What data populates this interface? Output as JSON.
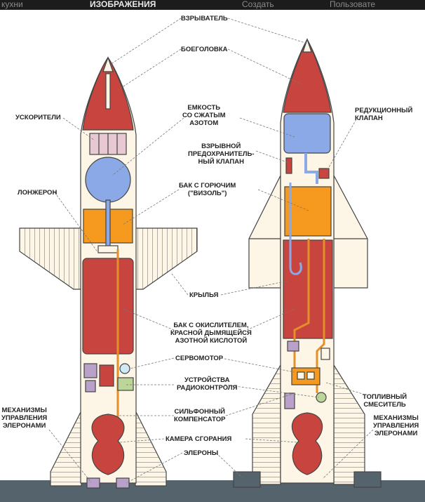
{
  "topbar": {
    "left": "кухни",
    "center": "ИЗОБРАЖЕНИЯ",
    "right1": "Создать",
    "right2": "Пользовате"
  },
  "colors": {
    "body": "#c8453f",
    "outline": "#444444",
    "fuel": "#f59a1f",
    "azot": "#8aa9e6",
    "cream": "#fdf6e6",
    "pipe": "#e58f2a",
    "base": "#55646c"
  },
  "labels": {
    "fuse": "ВЗРЫВАТЕЛЬ",
    "warhead": "БОЕГОЛОВКА",
    "boosters": "УСКОРИТЕЛИ",
    "nitrogen_tank": "ЕМКОСТЬ\nСО СЖАТЫМ\nАЗОТОМ",
    "reducer_valve": "РЕДУКЦИОННЫЙ\nКЛАПАН",
    "burst_valve": "ВЗРЫВНОЙ\nПРЕДОХРАНИТЕЛЬ-\nНЫЙ КЛАПАН",
    "spar": "ЛОНЖЕРОН",
    "fuel_tank": "БАК С ГОРЮЧИМ\n(\"ВИЗОЛЬ\")",
    "wings": "КРЫЛЬЯ",
    "oxidizer_tank": "БАК С ОКИСЛИТЕЛЕМ,\nКРАСНОЙ ДЫМЯЩЕЙСЯ\nАЗОТНОЙ КИСЛОТОЙ",
    "servo": "СЕРВОМОТОР",
    "radio": "УСТРОЙСТВА\nРАДИОКОНТРОЛЯ",
    "fuel_mixer": "ТОПЛИВНЫЙ\nСМЕСИТЕЛЬ",
    "bellows": "СИЛЬФОННЫЙ\nКОМПЕНСАТОР",
    "aileron_mech_left": "МЕХАНИЗМЫ\nУПРАВЛЕНИЯ\nЭЛЕРОНАМИ",
    "aileron_mech_right": "МЕХАНИЗМЫ\nУПРАВЛЕНИЯ\nЭЛЕРОНАМИ",
    "combustion": "КАМЕРА СГОРАНИЯ",
    "ailerons": "ЭЛЕРОНЫ"
  }
}
